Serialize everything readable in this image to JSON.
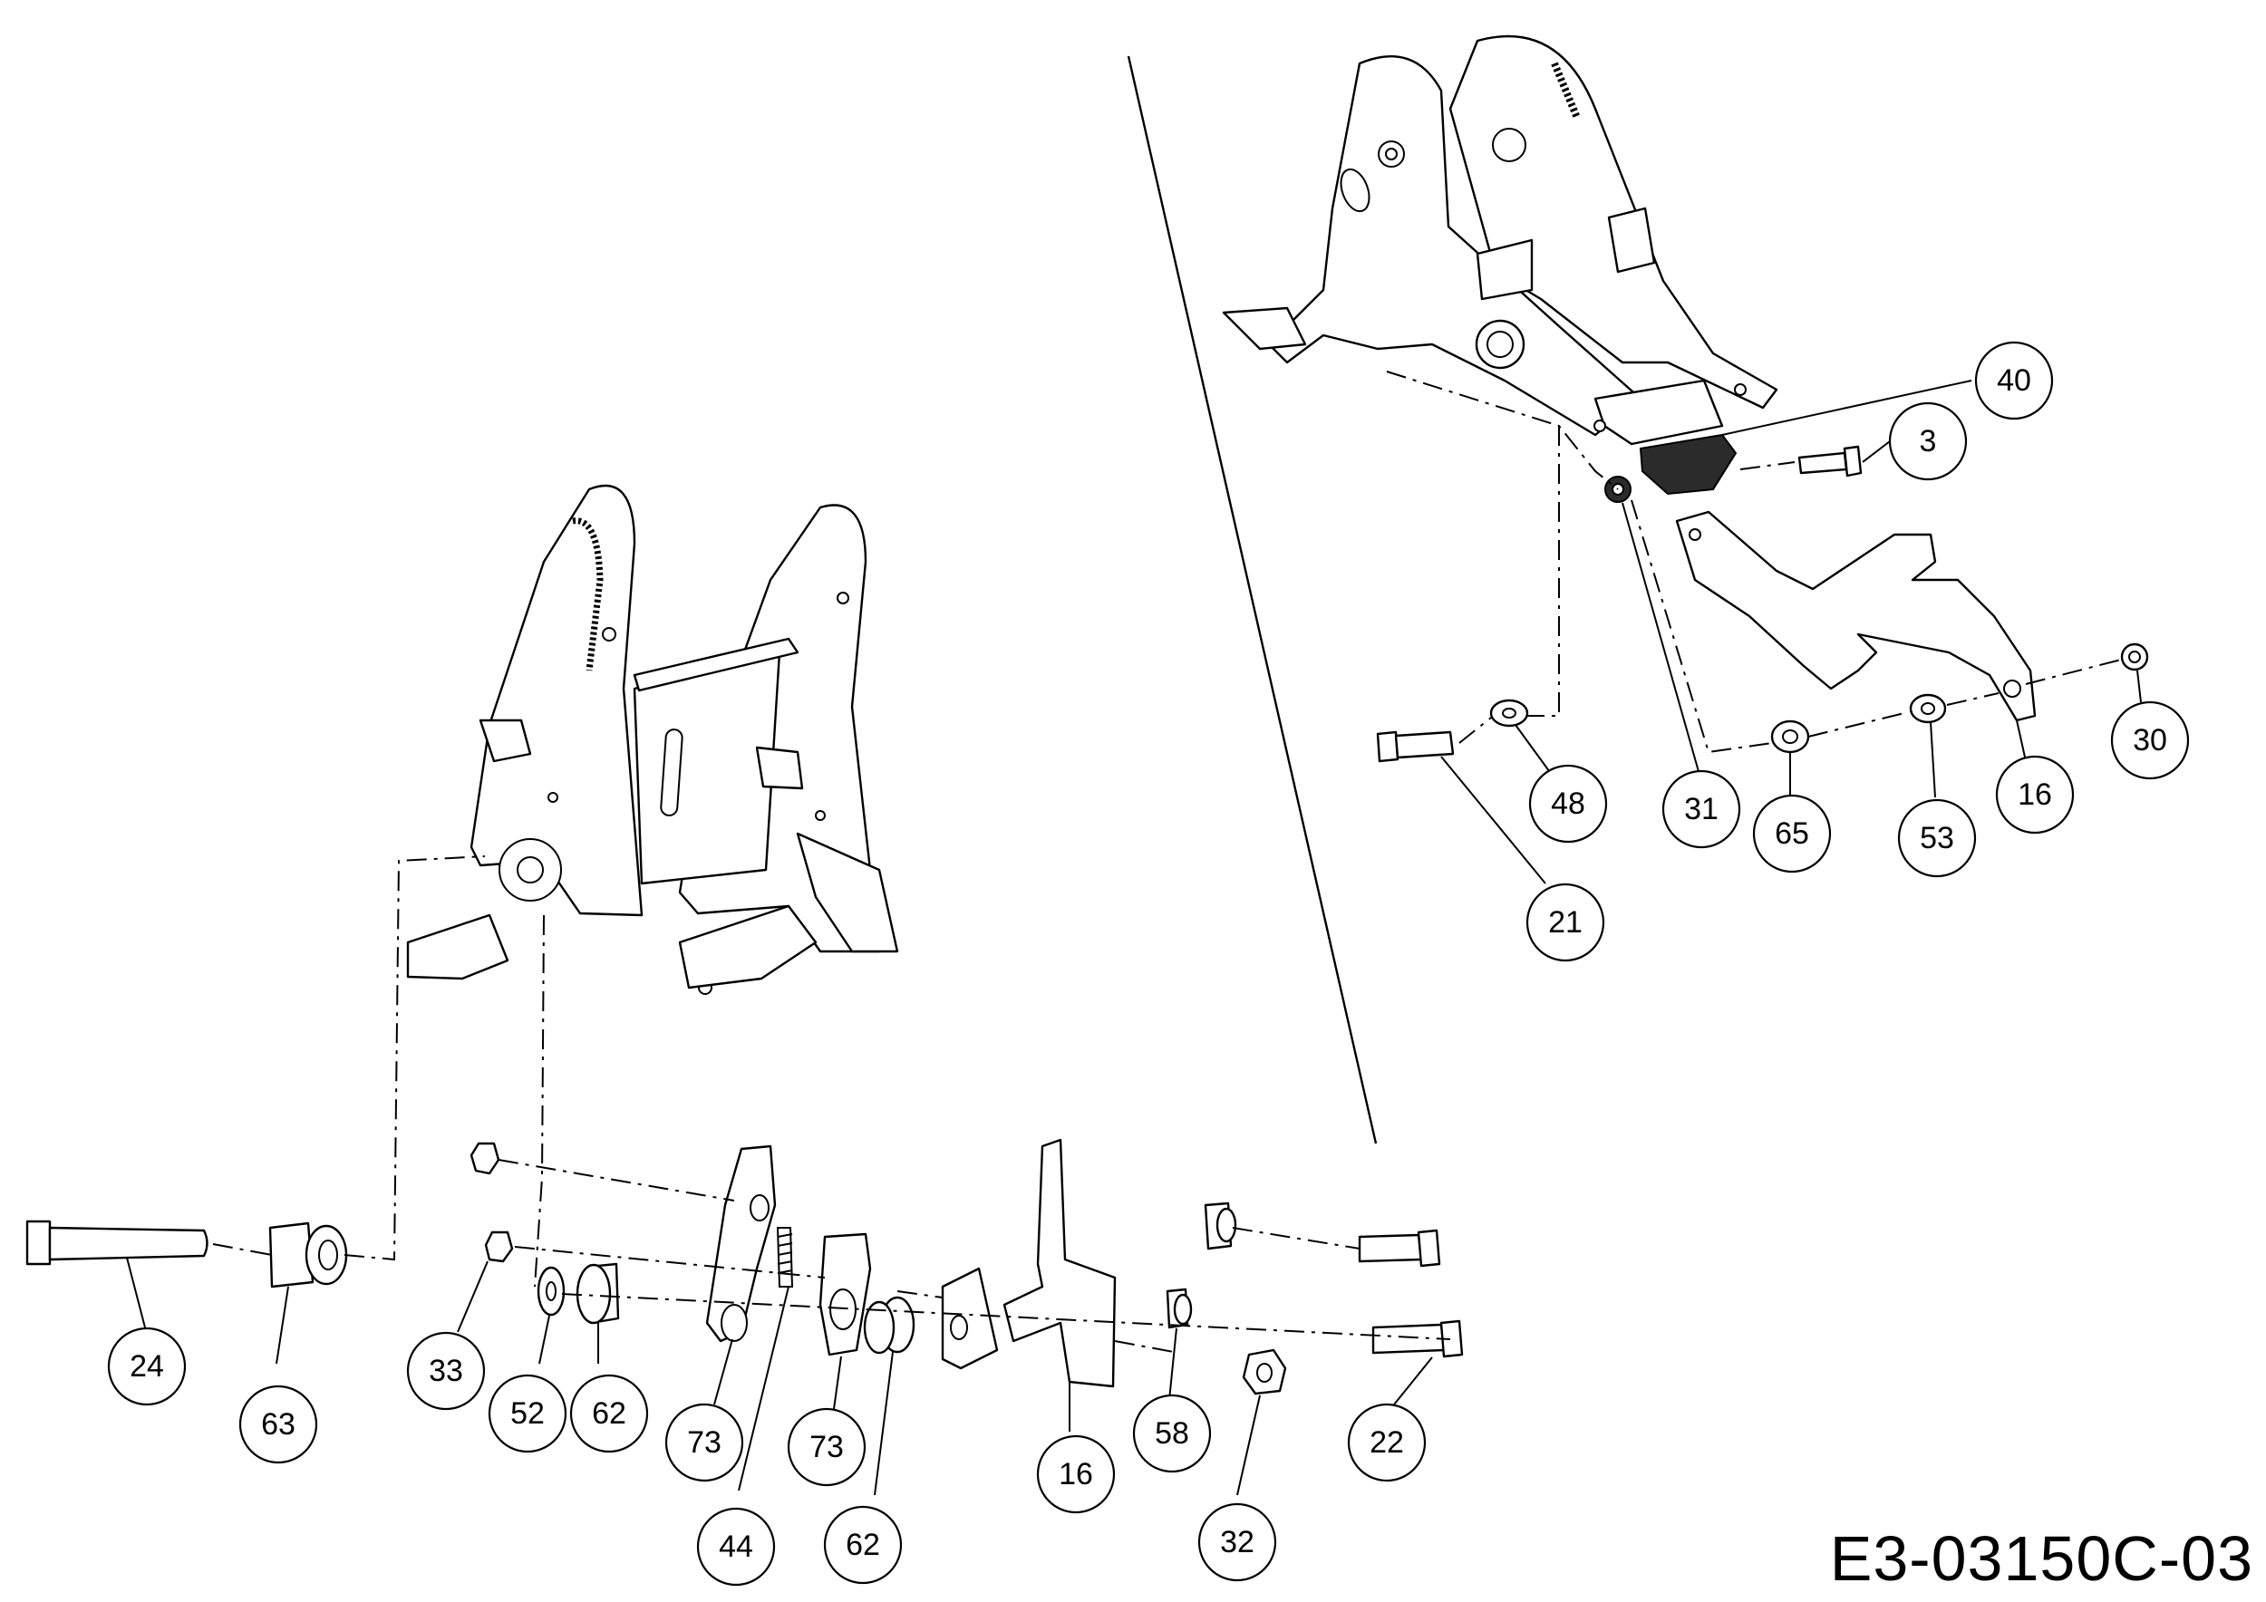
{
  "drawing_code": "E3-03150C-03",
  "callouts": [
    {
      "id": "c-24",
      "label": "24"
    },
    {
      "id": "c-63",
      "label": "63"
    },
    {
      "id": "c-33",
      "label": "33"
    },
    {
      "id": "c-52",
      "label": "52"
    },
    {
      "id": "c-62a",
      "label": "62"
    },
    {
      "id": "c-73a",
      "label": "73"
    },
    {
      "id": "c-73b",
      "label": "73"
    },
    {
      "id": "c-44",
      "label": "44"
    },
    {
      "id": "c-62b",
      "label": "62"
    },
    {
      "id": "c-16a",
      "label": "16"
    },
    {
      "id": "c-58",
      "label": "58"
    },
    {
      "id": "c-32",
      "label": "32"
    },
    {
      "id": "c-22",
      "label": "22"
    },
    {
      "id": "c-40",
      "label": "40"
    },
    {
      "id": "c-3",
      "label": "3"
    },
    {
      "id": "c-48",
      "label": "48"
    },
    {
      "id": "c-31",
      "label": "31"
    },
    {
      "id": "c-65",
      "label": "65"
    },
    {
      "id": "c-53",
      "label": "53"
    },
    {
      "id": "c-16b",
      "label": "16"
    },
    {
      "id": "c-30",
      "label": "30"
    },
    {
      "id": "c-21",
      "label": "21"
    }
  ]
}
